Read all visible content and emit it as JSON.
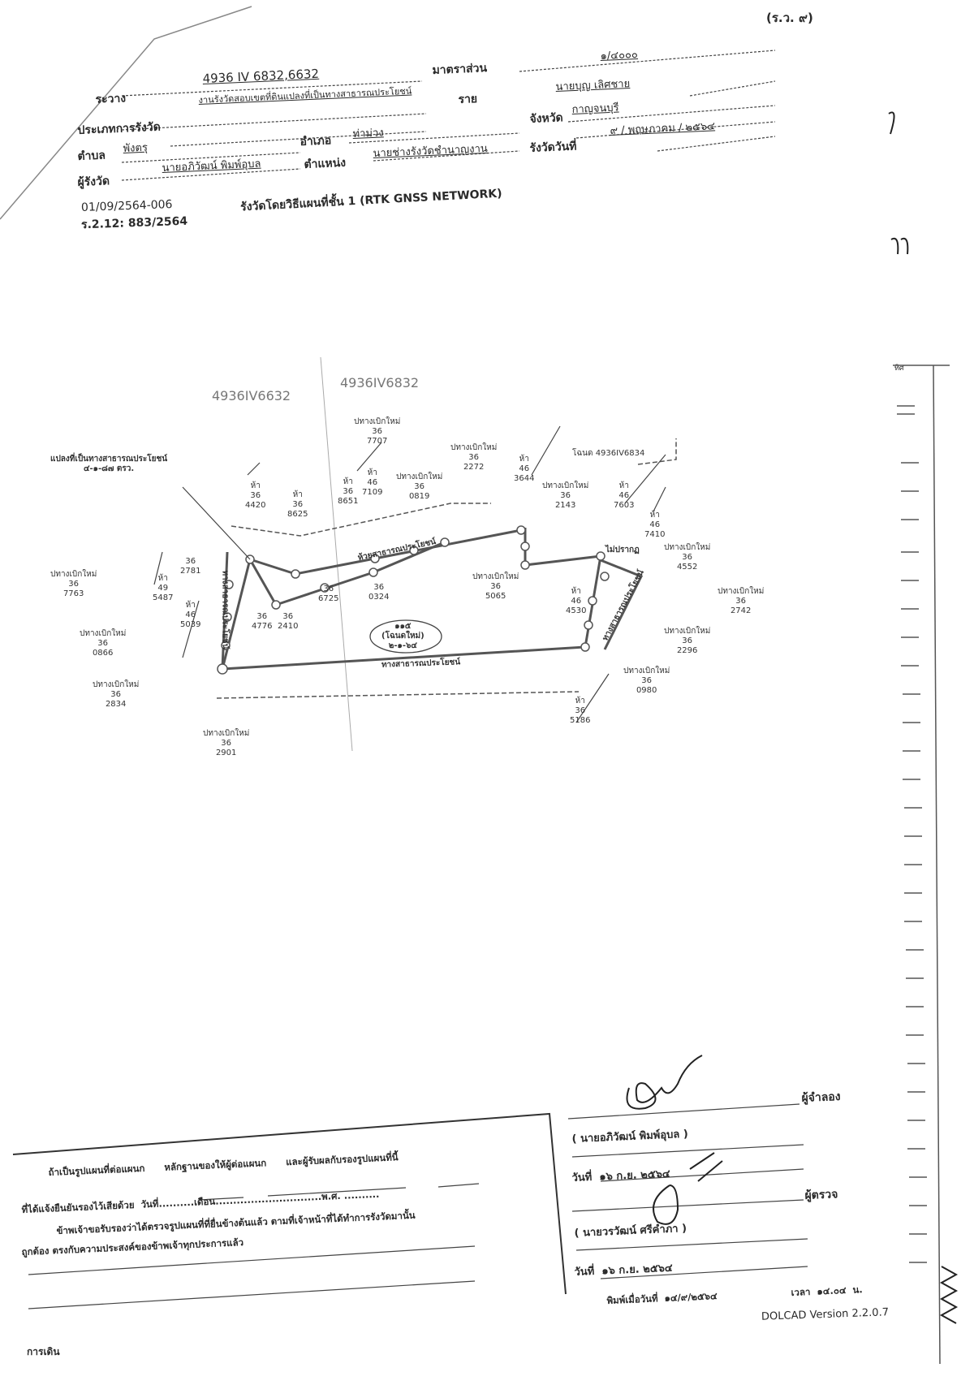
{
  "form_code": "(ร.ว. ๙)",
  "header": {
    "sheet_label": "ระวาง",
    "sheet_value": "4936 IV 6832,6632",
    "scale_label": "มาตราส่วน",
    "scale_value": "๑/๔๐๐๐",
    "job_value": "งานรังวัดสอบเขตที่ดินแปลงที่เป็นทางสาธารณประโยชน์",
    "applicant_label": "ราย",
    "applicant_value": "นายบุญ เลิศชาย",
    "survey_type_label": "ประเภทการรังวัด",
    "province_label": "จังหวัด",
    "province_value": "กาญจนบุรี",
    "subdistrict_label": "ตำบล",
    "subdistrict_value": "พังตรุ",
    "district_label": "อำเภอ",
    "district_value": "ท่าม่วง",
    "survey_date_label": "รังวัดวันที่",
    "survey_date_value": "๙ / พฤษภาคม / ๒๕๖๔",
    "surveyor_label": "ผู้รังวัด",
    "surveyor_value": "นายอภิวัฒน์ พิมพ์อุบล",
    "position_label": "ตำแหน่ง",
    "position_value": "นายช่างรังวัดชำนาญงาน",
    "ref1": "01/09/2564-006",
    "ref2": "ร.2.12: 883/2564",
    "method": "รังวัดโดยวิธีแผนที่ชั้น 1 (RTK GNSS NETWORK)"
  },
  "margin_marks": [
    "7",
    "ภา",
    "ทิศ"
  ],
  "map": {
    "sheet_left": "4936IV6632",
    "sheet_right": "4936IV6832",
    "parcel_title": "แปลงที่เป็นทางสาธารณประโยชน์\n๔-๑-๘๗ ตรว.",
    "center_parcel": "๑๑๕\n(โฉนดใหม่)\n๒-๑-๖๔",
    "road_top": "ห้วยสาธารณประโยชน์",
    "road_bottom": "ทางสาธารณประโยชน์",
    "road_left": "ทางสาธารณประโยชน์",
    "road_right": "ทางสาธารณประโยชน์",
    "unknown": "ไม่ปรากฏ",
    "deed_ref": "โฉนด 4936IV6834",
    "labels": [
      "ปทางเบิกใหม่\n36\n7707",
      "ห้า\n36\n4420",
      "ห้า\n36\n8625",
      "ห้า\n36\n8651",
      "ห้า\n46\n7109",
      "ปทางเบิกใหม่\n36\n0819",
      "ปทางเบิกใหม่\n36\n2272",
      "ห้า\n46\n3644",
      "ปทางเบิกใหม่\n36\n2143",
      "ห้า\n46\n7603",
      "ห้า\n46\n7410",
      "ปทางเบิกใหม่\n36\n4552",
      "ปทางเบิกใหม่\n36\n2742",
      "ปทางเบิกใหม่\n36\n2296",
      "ปทางเบิกใหม่\n36\n0980",
      "ห้า\n36\n5186",
      "ปทางเบิกใหม่\n36\n2901",
      "ปทางเบิกใหม่\n36\n2834",
      "ปทางเบิกใหม่\n36\n0866",
      "ปทางเบิกใหม่\n36\n7763",
      "ห้า\n49\n5487",
      "36\n2781",
      "ห้า\n46\n5039",
      "36\n4776",
      "36\n2410",
      "36\n6725",
      "36\n0324",
      "ปทางเบิกใหม่\n36\n5065",
      "ห้า\n46\n4530"
    ]
  },
  "certification": {
    "line1": "ถ้าเป็นรูปแผนที่ต่อแผนก      หลักฐานของให้ผู้ต่อแผนก      และผู้รับผลกับรองรูปแผนที่นี้",
    "line2": "ที่ได้แจ้งยืนยันรองไว้เสียด้วย  วันที่..........เดือน..............................พ.ศ. ..........",
    "line3": "ข้าพเจ้าขอรับรองว่าได้ตรวจรูปแผนที่ที่ยื่นข้างต้นแล้ว ตามที่เจ้าหน้าที่ได้ทำการรังวัดมานั้น",
    "line4": "ถูกต้อง ตรงกับความประสงค์ของข้าพเจ้าทุกประการแล้ว",
    "footer": "การเดิน"
  },
  "signatures": {
    "drafter_role": "ผู้จำลอง",
    "drafter_name": "( นายอภิวัฒน์ พิมพ์อุบล )",
    "drafter_date": "วันที่  ๑๖ ก.ย. ๒๕๖๔",
    "checker_role": "ผู้ตรวจ",
    "checker_name": "( นายวรวัฒน์ ศรีคำภา )",
    "checker_date": "วันที่  ๑๖ ก.ย. ๒๕๖๔",
    "printed": "พิมพ์เมื่อวันที่  ๑๔/๙/๒๕๖๔",
    "time": "เวลา  ๑๔.๐๔  น.",
    "version": "DOLCAD Version 2.2.0.7"
  }
}
